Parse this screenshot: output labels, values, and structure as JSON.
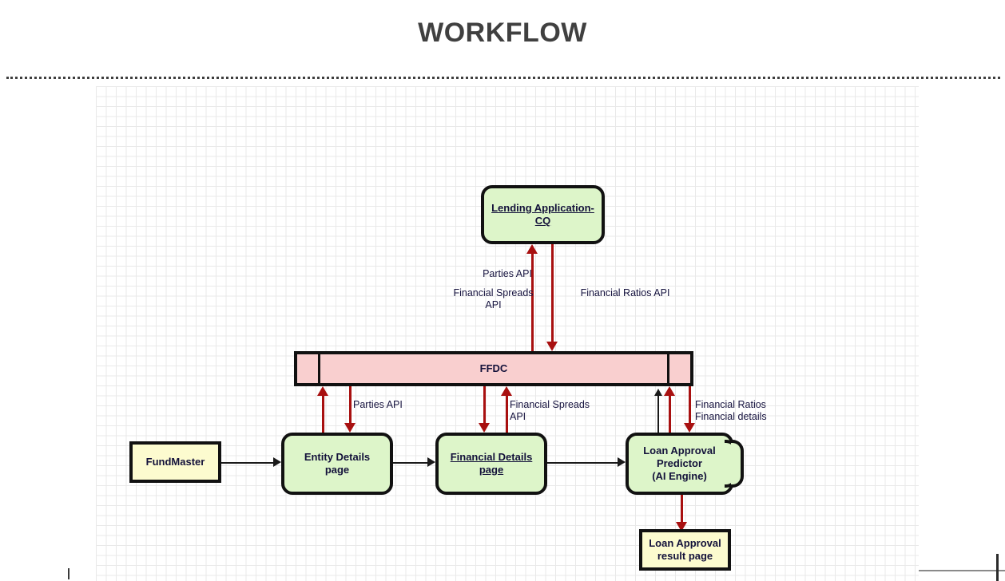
{
  "page": {
    "title": "WORKFLOW"
  },
  "colors": {
    "title_text": "#404040",
    "node_green": "#ddf5c9",
    "node_yellow": "#fcfbcf",
    "bar_pink": "#f9cfcf",
    "node_border": "#111111",
    "arrow_red": "#a81010",
    "arrow_black": "#1a1a1a",
    "label_text": "#16133f",
    "grid_minor": "#e9e9e9",
    "grid_major": "#d6d6d6"
  },
  "nodes": {
    "lending_application": {
      "line1": "Lending Application-",
      "line2": "CQ",
      "shape": "rounded-rectangle",
      "fill": "green"
    },
    "ffdc": {
      "label": "FFDC",
      "shape": "bar",
      "fill": "pink"
    },
    "fundmaster": {
      "label": "FundMaster",
      "shape": "rectangle",
      "fill": "yellow"
    },
    "entity_details": {
      "line1": "Entity Details",
      "line2": "page",
      "shape": "rounded-rectangle",
      "fill": "green"
    },
    "financial_details": {
      "line1": "Financial Details",
      "line2": " page",
      "shape": "rounded-rectangle",
      "fill": "green"
    },
    "loan_approval_predictor": {
      "line1": "Loan Approval",
      "line2": "Predictor",
      "line3": "(AI Engine)",
      "shape": "stacked-rounded-rectangle",
      "fill": "green"
    },
    "loan_approval_result": {
      "line1": "Loan Approval",
      "line2": "result page",
      "shape": "rectangle",
      "fill": "yellow"
    }
  },
  "edge_labels": {
    "parties_api_top": "Parties API",
    "financial_spreads_api_top": "Financial Spreads\nAPI",
    "financial_ratios_api_top": "Financial Ratios API",
    "parties_api_bottom": "Parties API",
    "financial_spreads_api_bottom": "Financial Spreads\nAPI",
    "financial_ratios_details": "Financial Ratios\nFinancial details"
  }
}
